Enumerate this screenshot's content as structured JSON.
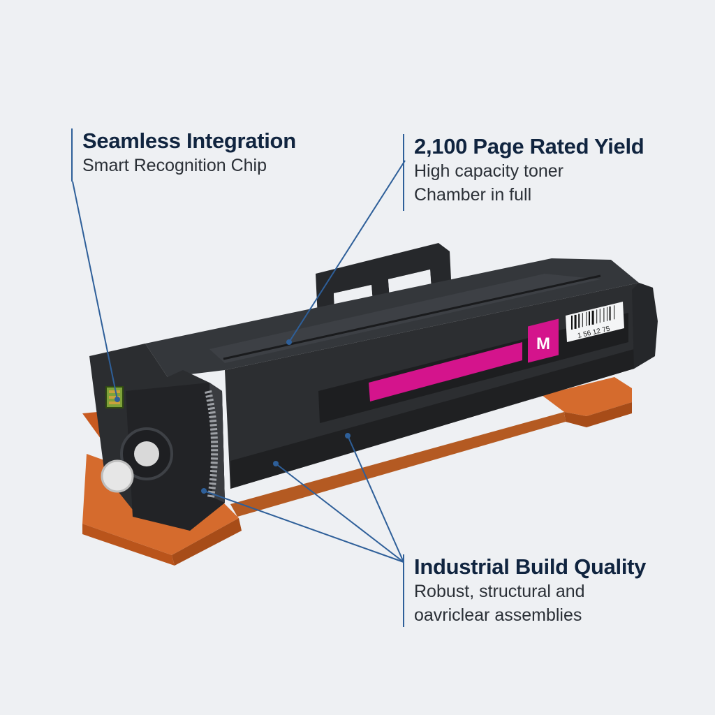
{
  "callouts": {
    "chip": {
      "title": "Seamless Integration",
      "lines": [
        "Smart Recognition Chip"
      ]
    },
    "yield": {
      "title": "2,100 Page Rated Yield",
      "lines": [
        "High capacity toner",
        "Chamber in full"
      ]
    },
    "build": {
      "title": "Industrial Build Quality",
      "lines": [
        "Robust, structural and",
        "oavriclear assemblies"
      ]
    }
  },
  "cartridge": {
    "color_code": "M",
    "barcode_text": "1 56 12 75",
    "colors": {
      "body": "#2b2d30",
      "body_dark": "#1b1c1e",
      "stripe": "#d4148c",
      "base": "#d76a2c",
      "callout_line": "#2e5f99"
    }
  },
  "icons": {
    "chip": "chip-icon",
    "gear": "gear-icon"
  }
}
